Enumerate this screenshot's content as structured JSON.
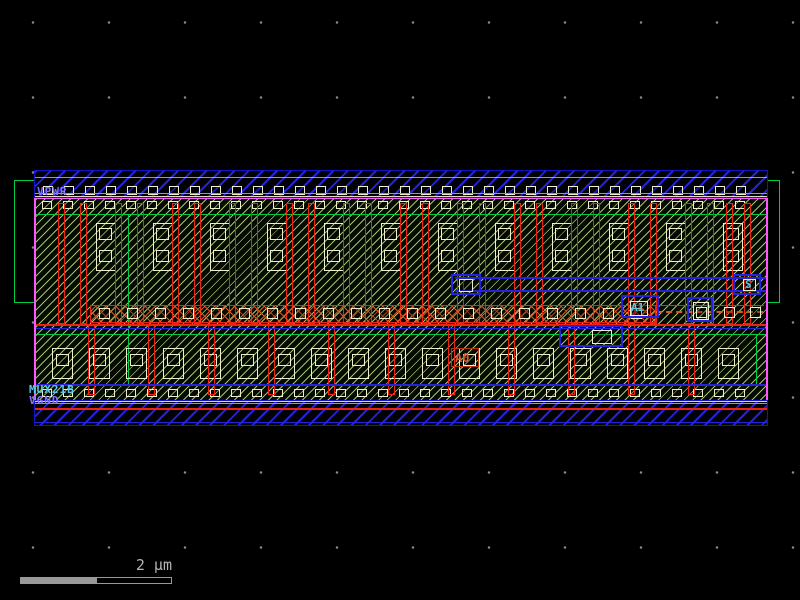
{
  "viewer": {
    "scale_bar_label": "2 μm"
  },
  "cell": {
    "name": "MUX21B",
    "power_rail_label": "VPWR",
    "ground_rail_label": "VGND",
    "pins": {
      "a0": "A0",
      "a1": "A1",
      "s": "S"
    }
  },
  "colors": {
    "background": "#000000",
    "grid_dot": "#8a8a8a",
    "metal1_blue": "#2323dd",
    "cell_border_magenta": "#ff55ff",
    "nwell_green": "#00cc44",
    "poly_red": "#ee2211",
    "diffusion_outline": "#eeeecc",
    "poly_band_orange": "#dd5522",
    "pin_text_cyan": "#58c8e8",
    "net_text_violet": "#8470ff",
    "scale_bar_gray": "#999999"
  },
  "layers": [
    {
      "name": "nwell",
      "color": "#00cc44"
    },
    {
      "name": "diffusion",
      "color": "#eeeecc"
    },
    {
      "name": "poly",
      "color": "#ee2211"
    },
    {
      "name": "metal1",
      "color": "#2323dd"
    },
    {
      "name": "cell-boundary",
      "color": "#ff55ff"
    }
  ]
}
